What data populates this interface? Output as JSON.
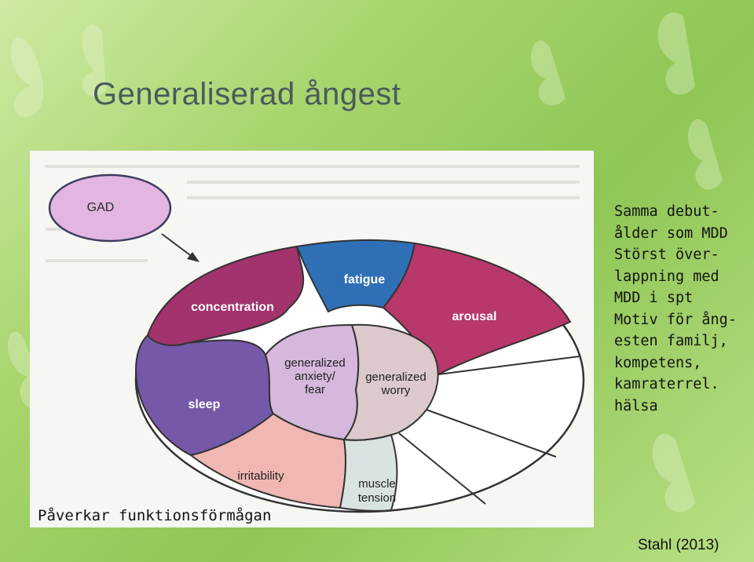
{
  "slide": {
    "title": "Generaliserad ångest",
    "notes": [
      "Samma debut-",
      "ålder som MDD",
      "Störst över-",
      "lappning med",
      "MDD i spt",
      "Motiv för ång-",
      "esten familj,",
      "kompetens,",
      "kamraterrel.",
      "hälsa"
    ],
    "footer": "Påverkar funktionsförmågan",
    "citation": "Stahl (2013)"
  },
  "diagram": {
    "gad_label": "GAD",
    "center_left": [
      "generalized",
      "anxiety/",
      "fear"
    ],
    "center_right": [
      "generalized",
      "worry"
    ],
    "segments": {
      "fatigue": "fatigue",
      "arousal": "arousal",
      "concentration": "concentration",
      "sleep": "sleep",
      "irritability": "irritability",
      "muscle": [
        "muscle",
        "tension"
      ]
    },
    "colors": {
      "gad": "#e2b6e1",
      "fatigue": "#2f6fb6",
      "arousal": "#b8386b",
      "concentration": "#a2336c",
      "sleep": "#7558a8",
      "irritability": "#f0b7b3",
      "muscle": "#d9e3e1",
      "center_left": "#d5b8dc",
      "center_right": "#dcc9cc"
    }
  }
}
